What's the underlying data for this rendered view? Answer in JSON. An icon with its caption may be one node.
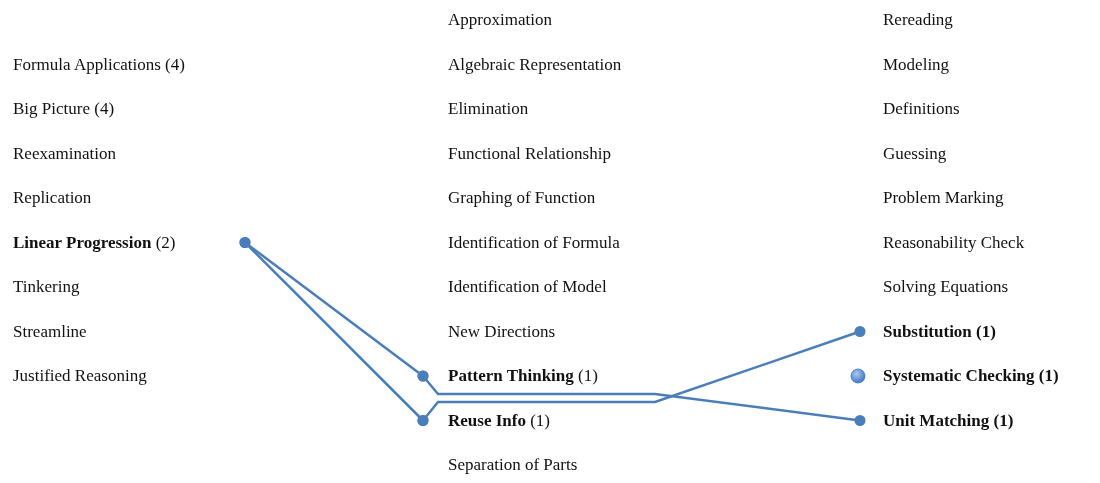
{
  "diagram": {
    "nodes": [
      {
        "text": [
          "**Linear Progression** (2)"
        ]
      },
      {
        "text": [
          "**Pattern Thinking** (1)"
        ]
      },
      {
        "text": [
          "**Reuse Info** (1)"
        ]
      },
      {
        "text": [
          "Substitution (1)"
        ]
      },
      {
        "text": [
          "Unit Matching (1)"
        ]
      }
    ],
    "edges": [
      {
        "from": 0,
        "to": 1,
        "arrow": "other"
      },
      {
        "from": 0,
        "to": 2,
        "arrow": "other"
      },
      {
        "from": 1,
        "to": 4,
        "arrow": "other"
      },
      {
        "from": 2,
        "to": 3,
        "arrow": "other"
      }
    ],
    "labels": [
      "Formula Applications (4)",
      "Big Picture (4)",
      "Reexamination",
      "Replication",
      "Tinkering",
      "Streamline",
      "Justified Reasoning",
      "Approximation",
      "Algebraic Representation",
      "Elimination",
      "Functional Relationship",
      "Graphing of Function",
      "Identification of Formula",
      "Identification of Model",
      "New Directions",
      "Separation of Parts",
      "Rereading",
      "Modeling",
      "Definitions",
      "Guessing",
      "Problem Marking",
      "Reasonability Check",
      "Solving Equations",
      "Systematic Checking (1)"
    ]
  }
}
